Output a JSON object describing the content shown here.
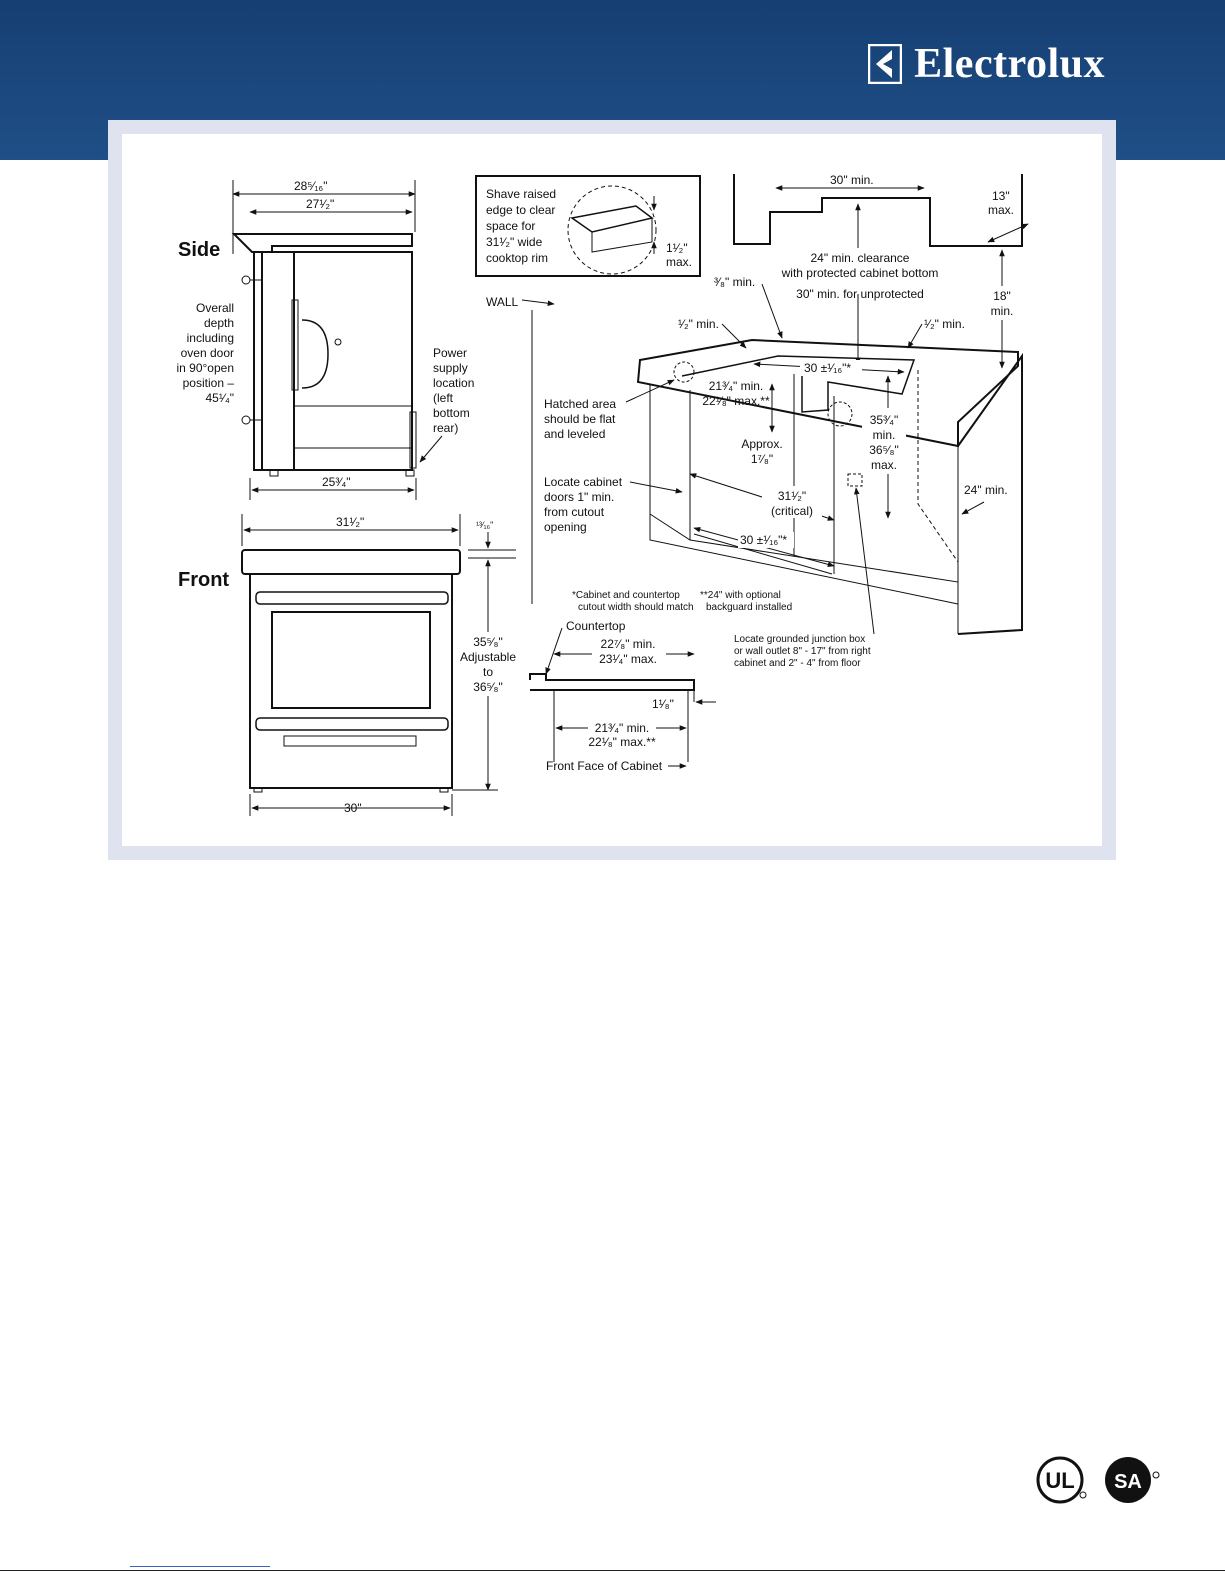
{
  "brand": {
    "name": "Electrolux",
    "logo_icon": "electrolux-logo-icon"
  },
  "colors": {
    "header": "#1b477d",
    "frame": "#dfe3ef"
  },
  "side_view": {
    "title": "Side",
    "dim_overall_width": "28⁵⁄₁₆\"",
    "dim_top_width": "27¹⁄₂\"",
    "dim_bottom": "25³⁄₄\"",
    "overall_depth_lines": [
      "Overall",
      "depth",
      "including",
      "oven door",
      "in 90°open",
      "position –",
      "45¹⁄₄\""
    ],
    "power_supply_lines": [
      "Power",
      "supply",
      "location",
      "(left",
      "bottom",
      "rear)"
    ]
  },
  "front_view": {
    "title": "Front",
    "dim_top": "31¹⁄₂\"",
    "dim_rim": "¹³⁄₁₆\"",
    "dim_height_lines": [
      "35⁵⁄₈\"",
      "Adjustable",
      "to",
      "36⁵⁄₈\""
    ],
    "dim_bottom": "30\""
  },
  "shave_callout": {
    "lines": [
      "Shave raised",
      "edge to clear",
      "space for",
      "31¹⁄₂\" wide",
      "cooktop rim"
    ],
    "dim_lines": [
      "1¹⁄₂\"",
      "max."
    ]
  },
  "cabinet_view": {
    "wall": "WALL",
    "upper_30_min": "30\" min.",
    "upper_13_max": [
      "13\"",
      "max."
    ],
    "clearance": [
      "24\" min. clearance",
      "with protected cabinet bottom"
    ],
    "unprotected": "30\" min. for unprotected",
    "eighteen_min": [
      "18\"",
      "min."
    ],
    "three_eighths_min": "³⁄₈\" min.",
    "half_min_left": "¹⁄₂\" min.",
    "half_min_right": "¹⁄₂\" min.",
    "thirty_pm": "30 ±¹⁄₁₆\"*",
    "hatched": [
      "Hatched area",
      "should be flat",
      "and leveled"
    ],
    "depth_min_max": [
      "21³⁄₄\" min.",
      "22¹⁄₈\" max.**"
    ],
    "approx": [
      "Approx.",
      "1⁷⁄₈\""
    ],
    "height_min_max": [
      "35³⁄₄\"",
      "min.",
      "36⁵⁄₈\"",
      "max."
    ],
    "locate_doors": [
      "Locate cabinet",
      "doors 1\" min.",
      "from cutout",
      "opening"
    ],
    "critical": [
      "31¹⁄₂\"",
      "(critical)"
    ],
    "thirty_pm_bottom": "30 ±¹⁄₁₆\"*",
    "twentyfour_min": "24\" min.",
    "note_left": [
      "*Cabinet and countertop",
      "cutout width should match"
    ],
    "note_right": [
      "**24\" with optional",
      "backguard installed"
    ],
    "junction": [
      "Locate grounded junction box",
      "or wall outlet 8\" - 17\" from right",
      "cabinet and 2\" - 4\" from floor"
    ]
  },
  "countertop_detail": {
    "countertop": "Countertop",
    "width_lines": [
      "22⁷⁄₈\" min.",
      "23¹⁄₄\" max."
    ],
    "overhang": "1¹⁄₈\"",
    "depth_lines": [
      "21³⁄₄\" min.",
      "22¹⁄₈\" max.**"
    ],
    "front_face": "Front Face of Cabinet"
  },
  "certifications": [
    "UL",
    "SA"
  ]
}
